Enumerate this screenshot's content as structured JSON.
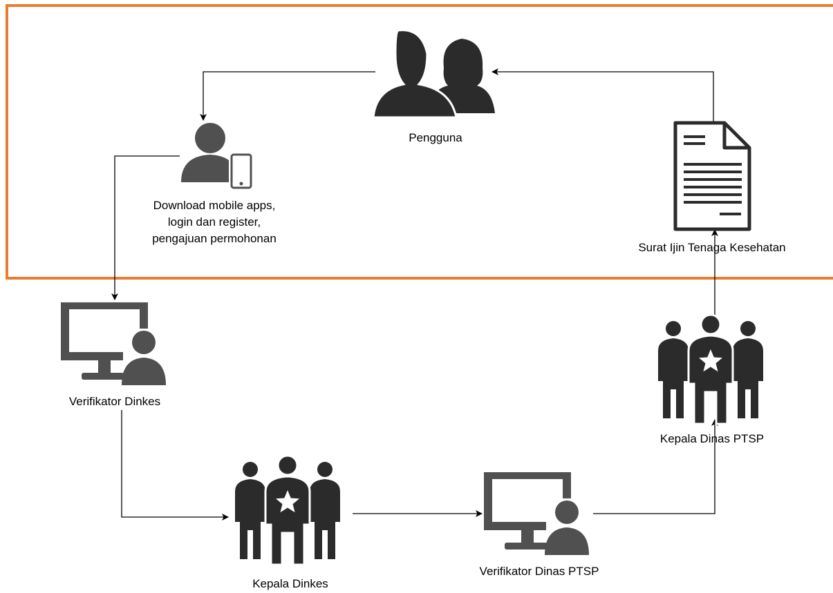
{
  "colors": {
    "frame": "#E97C30",
    "icon": "#2b2b2b",
    "icon_light": "#505050",
    "arrow": "#000000"
  },
  "nodes": {
    "pengguna": {
      "label": "Pengguna",
      "icon": "user-group-icon"
    },
    "download": {
      "lines": [
        "Download mobile apps,",
        "login dan register,",
        "pengajuan permohonan"
      ],
      "icon": "mobile-user-icon"
    },
    "surat": {
      "label": "Surat Ijin Tenaga Kesehatan",
      "icon": "document-icon"
    },
    "verifikator_dinkes": {
      "label": "Verifikator Dinkes",
      "icon": "monitor-user-icon"
    },
    "kepala_dinkes": {
      "label": "Kepala Dinkes",
      "icon": "executive-group-icon"
    },
    "verifikator_ptsp": {
      "label": "Verifikator Dinas PTSP",
      "icon": "monitor-user-icon"
    },
    "kepala_ptsp": {
      "label": "Kepala Dinas PTSP",
      "icon": "executive-group-icon"
    }
  }
}
